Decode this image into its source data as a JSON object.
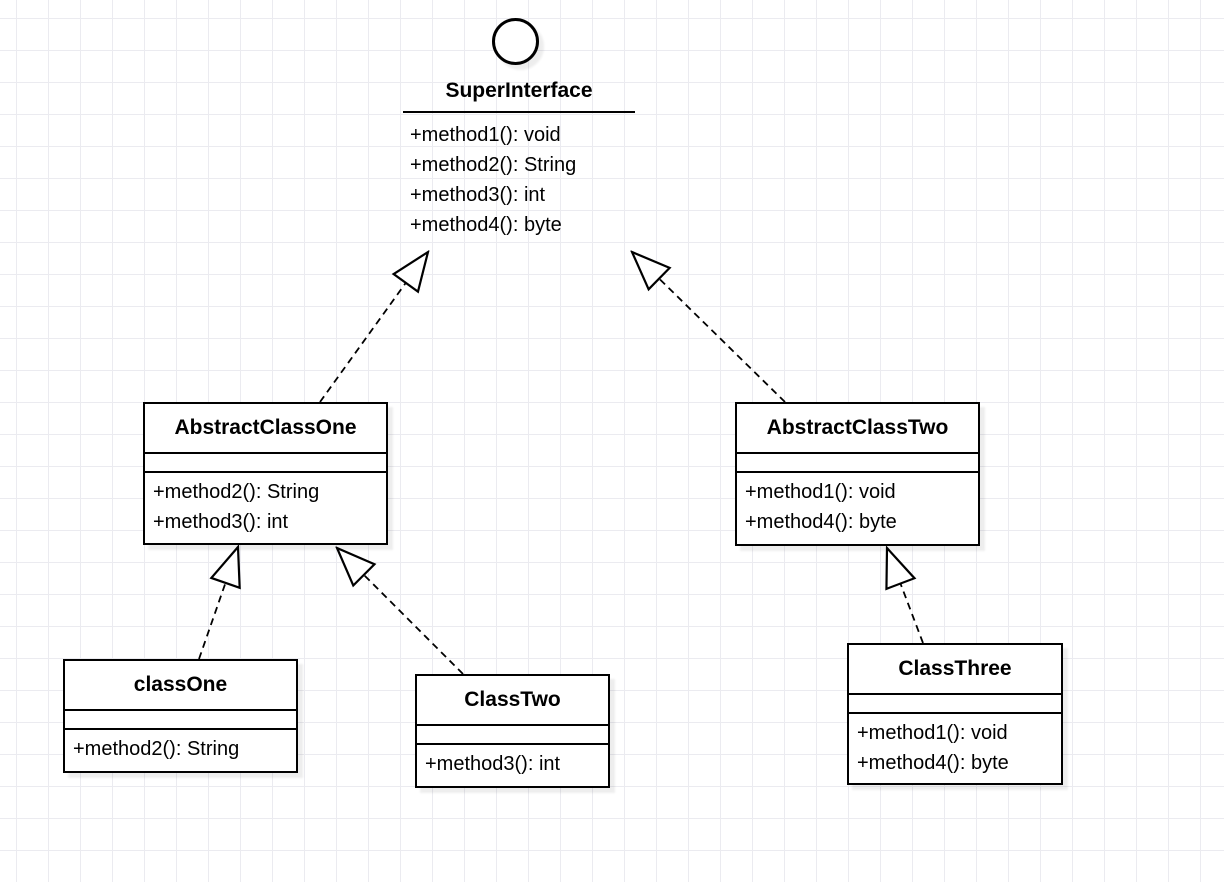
{
  "interface": {
    "name": "SuperInterface",
    "methods": [
      "+method1(): void",
      "+method2(): String",
      "+method3(): int",
      "+method4(): byte"
    ]
  },
  "classes": [
    {
      "name": "AbstractClassOne",
      "attributes": [],
      "methods": [
        "+method2(): String",
        "+method3(): int"
      ]
    },
    {
      "name": "AbstractClassTwo",
      "attributes": [],
      "methods": [
        "+method1(): void",
        "+method4(): byte"
      ]
    },
    {
      "name": "classOne",
      "attributes": [],
      "methods": [
        "+method2(): String"
      ]
    },
    {
      "name": "ClassTwo",
      "attributes": [],
      "methods": [
        "+method3(): int"
      ]
    },
    {
      "name": "ClassThree",
      "attributes": [],
      "methods": [
        "+method1(): void",
        "+method4(): byte"
      ]
    }
  ],
  "relationships": [
    {
      "from": "AbstractClassOne",
      "to": "SuperInterface",
      "type": "realization",
      "line": "dashed",
      "arrowhead": "hollow-triangle"
    },
    {
      "from": "AbstractClassTwo",
      "to": "SuperInterface",
      "type": "realization",
      "line": "dashed",
      "arrowhead": "hollow-triangle"
    },
    {
      "from": "classOne",
      "to": "AbstractClassOne",
      "type": "realization",
      "line": "dashed",
      "arrowhead": "hollow-triangle"
    },
    {
      "from": "ClassTwo",
      "to": "AbstractClassOne",
      "type": "realization",
      "line": "dashed",
      "arrowhead": "hollow-triangle"
    },
    {
      "from": "ClassThree",
      "to": "AbstractClassTwo",
      "type": "realization",
      "line": "dashed",
      "arrowhead": "hollow-triangle"
    }
  ],
  "colors": {
    "stroke": "#000000",
    "node_fill": "#ffffff",
    "grid_line": "#ebebf0",
    "background": "#ffffff"
  }
}
